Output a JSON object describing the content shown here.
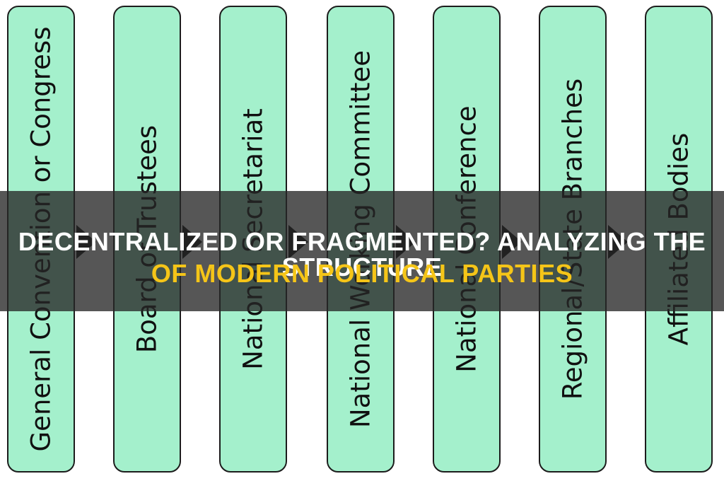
{
  "diagram": {
    "boxes": [
      {
        "label": "General Convention or Congress"
      },
      {
        "label": "Board of Trustees"
      },
      {
        "label": "National Secretariat"
      },
      {
        "label": "National Working Committee"
      },
      {
        "label": "National Conference"
      },
      {
        "label": "Regional/State Branches"
      },
      {
        "label": "Affiliated Bodies"
      }
    ],
    "box_color": "#a4f0cc",
    "arrow_color": "#111111"
  },
  "overlay": {
    "title_line_1": "DECENTRALIZED OR FRAGMENTED? ANALYZING THE STRUCTURE",
    "title_line_2": "OF MODERN POLITICAL PARTIES",
    "title_color": "#ffffff",
    "accent_color": "#f5c518"
  }
}
